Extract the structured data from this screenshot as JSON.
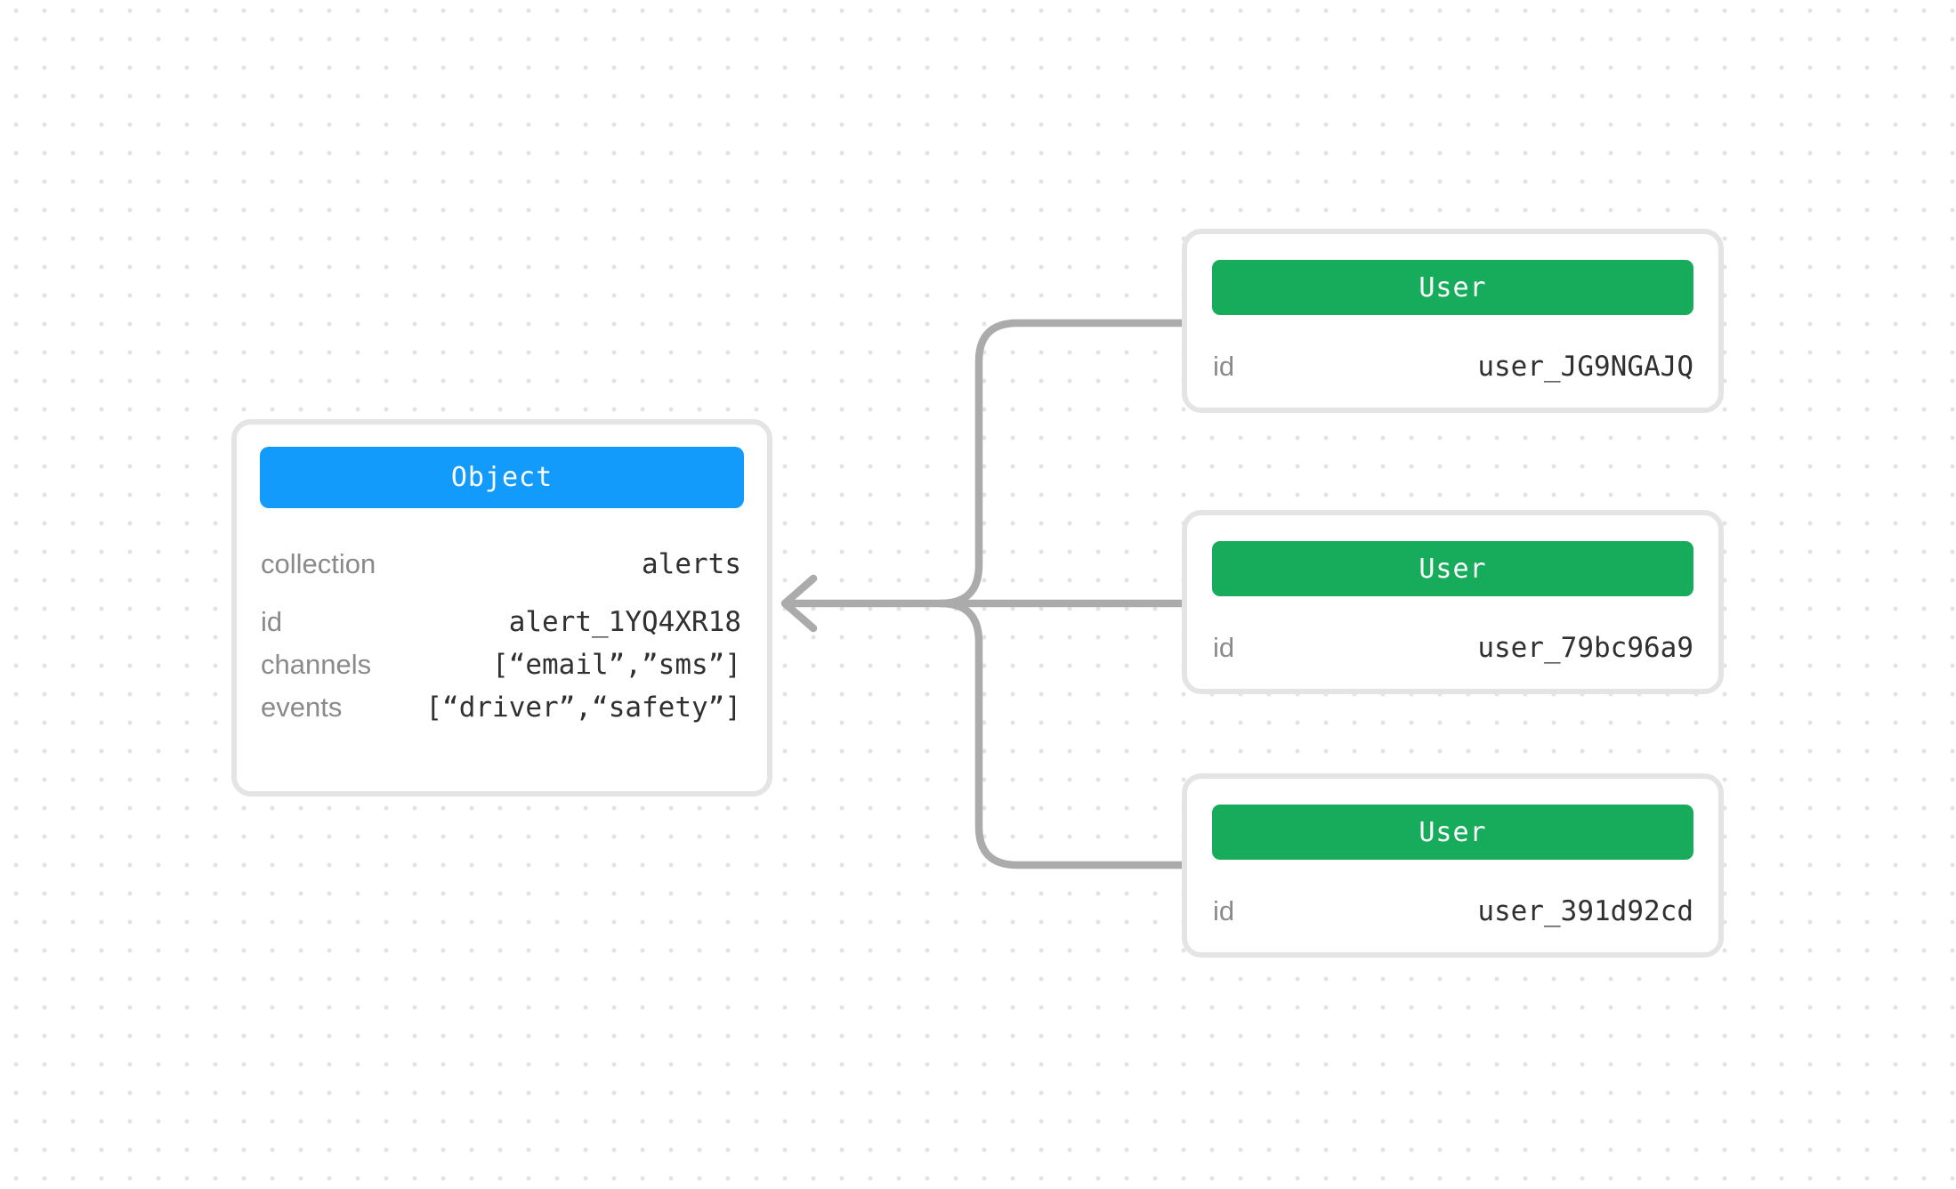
{
  "diagram": {
    "connector_color": "#ababab",
    "dot_color": "#e3e3e3",
    "card_border_color": "#e4e4e4"
  },
  "object_card": {
    "header_label": "Object",
    "header_color": "#129bfa",
    "fields": [
      {
        "label": "collection",
        "value": "alerts"
      },
      {
        "label": "id",
        "value": "alert_1YQ4XR18"
      },
      {
        "label": "channels",
        "value": "[“email”,”sms”]"
      },
      {
        "label": "events",
        "value": "[“driver”,“safety”]"
      }
    ]
  },
  "user_cards": [
    {
      "header_label": "User",
      "header_color": "#17ab5c",
      "fields": [
        {
          "label": "id",
          "value": "user_JG9NGAJQ"
        }
      ]
    },
    {
      "header_label": "User",
      "header_color": "#17ab5c",
      "fields": [
        {
          "label": "id",
          "value": "user_79bc96a9"
        }
      ]
    },
    {
      "header_label": "User",
      "header_color": "#17ab5c",
      "fields": [
        {
          "label": "id",
          "value": "user_391d92cd"
        }
      ]
    }
  ]
}
